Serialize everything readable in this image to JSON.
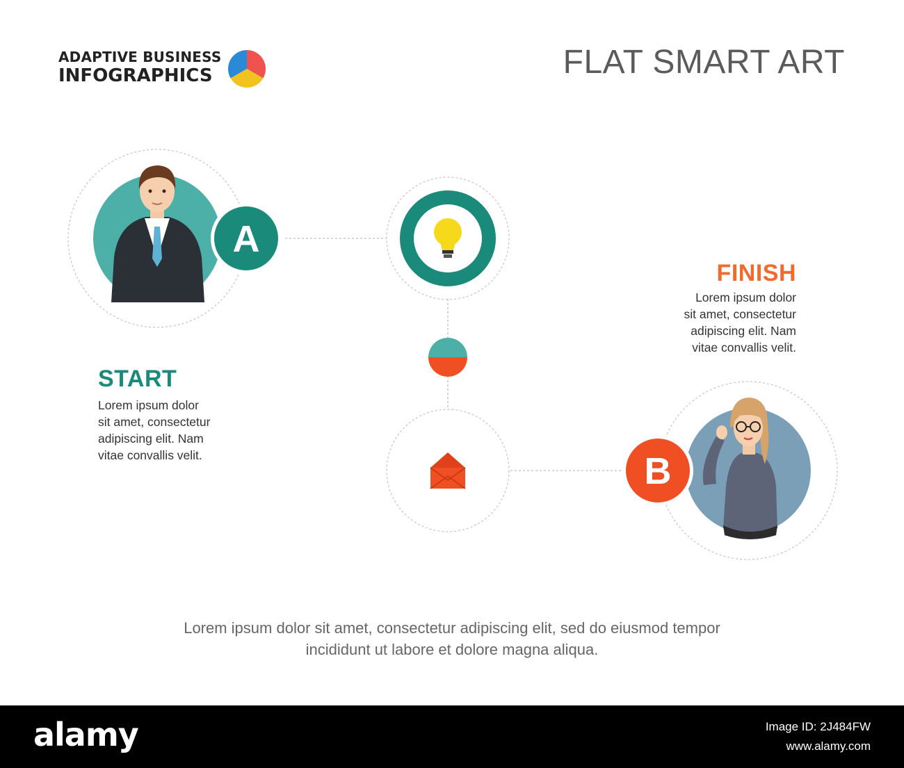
{
  "brand": {
    "line1": "ADAPTIVE BUSINESS",
    "line2": "INFOGRAPHICS",
    "logo_colors": [
      "#2a8ad8",
      "#f2c21e",
      "#ef5350"
    ]
  },
  "title": "FLAT SMART ART",
  "nodes": {
    "a": {
      "badge": "A",
      "color": "#1a8a7a",
      "avatar_bg": "#4cb0a8"
    },
    "b": {
      "badge": "B",
      "color": "#f04e23",
      "avatar_bg": "#7b9fb6"
    },
    "idea": {
      "icon": "lightbulb-icon",
      "ring_color": "#1a8a7a",
      "bulb_color": "#f7d91b"
    },
    "chart": {
      "icon": "mini-pie-icon",
      "top_color": "#4cb0a8",
      "bottom_color": "#f04e23"
    },
    "mail": {
      "icon": "envelope-icon",
      "color": "#f04e23"
    }
  },
  "start": {
    "title": "START",
    "body": [
      "Lorem ipsum dolor",
      "sit amet, consectetur",
      "adipiscing elit. Nam",
      "vitae convallis velit."
    ]
  },
  "finish": {
    "title": "FINISH",
    "body": [
      "Lorem ipsum dolor",
      "sit amet, consectetur",
      "adipiscing elit. Nam",
      "vitae convallis velit."
    ]
  },
  "footer": {
    "line1": "Lorem ipsum dolor sit amet, consectetur adipiscing elit, sed do eiusmod tempor",
    "line2": "incididunt ut labore et dolore magna aliqua."
  },
  "stock": {
    "logo": "alamy",
    "image_id": "Image ID: 2J484FW",
    "site": "www.alamy.com"
  }
}
